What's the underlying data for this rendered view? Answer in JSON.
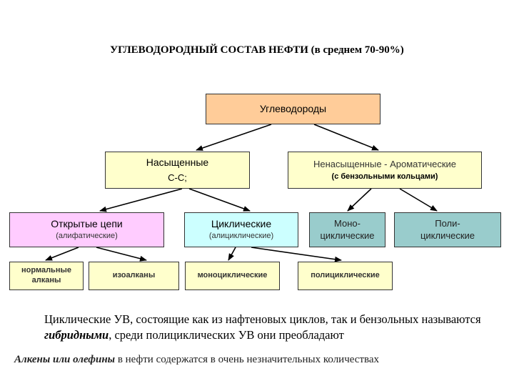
{
  "title": "УГЛЕВОДОРОДНЫЙ СОСТАВ НЕФТИ (в среднем 70-90%)",
  "nodes": {
    "root": "Углеводороды",
    "saturated": {
      "title": "Насыщенные",
      "sub": "С-С;"
    },
    "unsaturated": {
      "title": "Ненасыщенные - Ароматические",
      "sub": "(с бензольными кольцами)"
    },
    "open_chains": {
      "title": "Открытые цепи",
      "sub": "(алифатические)"
    },
    "cyclic": {
      "title": "Циклические",
      "sub": "(алициклические)"
    },
    "mono": {
      "line1": "Моно-",
      "line2": "циклические"
    },
    "poly": {
      "line1": "Поли-",
      "line2": "циклические"
    },
    "normal_alkanes": {
      "line1": "нормальные",
      "line2": "алканы"
    },
    "isoalkanes": "изоалканы",
    "monocyclic": "моноциклические",
    "polycyclic": "полициклические"
  },
  "paragraph1": {
    "part1": "Циклические УВ, состоящие как из нафтеновых циклов, так и бензольных называются ",
    "emph": "гибридными",
    "part2": ", среди полициклических УВ они преобладают"
  },
  "paragraph2": {
    "emph": "Алкены или олефины",
    "rest": " в нефти содержатся в очень незначительных количествах"
  }
}
